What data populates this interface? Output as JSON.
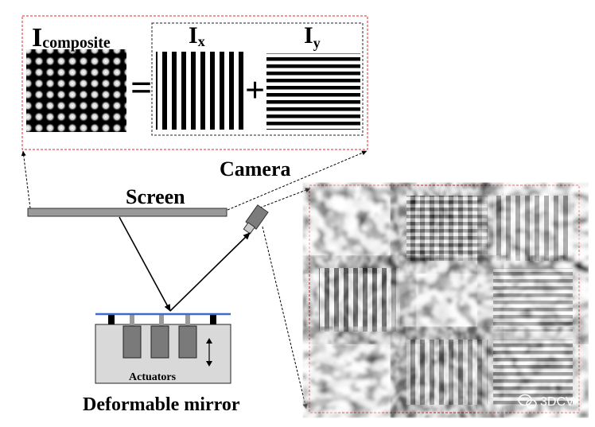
{
  "labels": {
    "composite_main": "I",
    "composite_sub": "composite",
    "ix_main": "I",
    "ix_sub": "x",
    "iy_main": "I",
    "iy_sub": "y",
    "equals": "=",
    "plus": "+",
    "camera": "Camera",
    "screen": "Screen",
    "actuators": "Actuators",
    "mirror": "Deformable mirror"
  },
  "watermark": {
    "text": "3DCV"
  },
  "colors": {
    "dashed_red": "#e0282a",
    "mirror_surface": "#3b6cc7",
    "screen_fill": "#9a9a9a",
    "base_fill": "#d9d9d9",
    "actuator_fill": "#7a7a7a"
  },
  "icons": [
    "camera-icon",
    "wechat-logo-icon",
    "actuator-arrow-icon"
  ]
}
